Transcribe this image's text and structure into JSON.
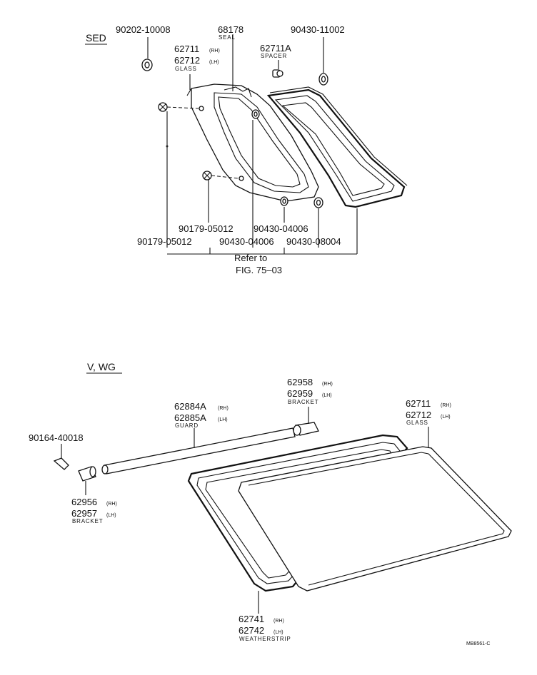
{
  "sed": {
    "header": "SED",
    "labels": {
      "bolt_90202": "90202-10008",
      "seal_pn": "68178",
      "seal_name": "SEAL",
      "glass_rh": "62711",
      "glass_lh": "62712",
      "glass_name": "GLASS",
      "spacer_pn": "62711A",
      "spacer_name": "SPACER",
      "nut_90430_11002": "90430-11002",
      "clip_90179_a": "90179-05012",
      "clip_90179_b": "90179-05012",
      "nut_90430_04006_a": "90430-04006",
      "nut_90430_04006_b": "90430-04006",
      "nut_90430_08004": "90430-08004",
      "refer_line1": "Refer to",
      "refer_line2": "FIG. 75–03"
    }
  },
  "vwg": {
    "header": "V, WG",
    "labels": {
      "bracket_rh_top": "62958",
      "bracket_lh_top": "62959",
      "bracket_name_top": "BRACKET",
      "guard_rh": "62884A",
      "guard_lh": "62885A",
      "guard_name": "GUARD",
      "glass_rh": "62711",
      "glass_lh": "62712",
      "glass_name": "GLASS",
      "screw_pn": "90164-40018",
      "bracket_rh_bot": "62956",
      "bracket_lh_bot": "62957",
      "bracket_name_bot": "BRACKET",
      "ws_rh": "62741",
      "ws_lh": "62742",
      "ws_name": "WEATHERSTRIP"
    }
  },
  "suffix": {
    "rh": "(RH)",
    "lh": "(LH)"
  },
  "figure_code": "MB8561-C"
}
